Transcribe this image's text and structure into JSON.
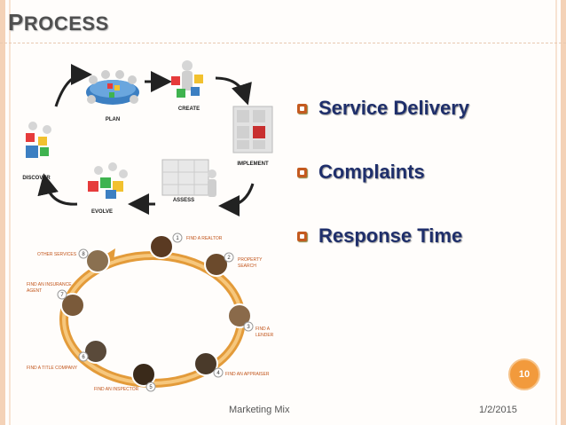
{
  "slide": {
    "title_first": "P",
    "title_rest": "ROCESS",
    "bullets": [
      {
        "label": "Service Delivery"
      },
      {
        "label": "Complaints"
      },
      {
        "label": "Response Time"
      }
    ],
    "page_number": "10",
    "footer_left": "Marketing Mix",
    "footer_right": "1/2/2015"
  },
  "cycle_diagram": {
    "labels": [
      "PLAN",
      "CREATE",
      "IMPLEMENT",
      "ASSESS",
      "EVOLVE",
      "DISCOVER"
    ]
  },
  "ring_diagram": {
    "steps": [
      {
        "num": "1",
        "label": "FIND A REALTOR"
      },
      {
        "num": "2",
        "label": "PROPERTY SEARCH"
      },
      {
        "num": "3",
        "label": "FIND A LENDER"
      },
      {
        "num": "4",
        "label": "FIND AN APPRAISER"
      },
      {
        "num": "5",
        "label": "FIND AN INSPECTOR"
      },
      {
        "num": "6",
        "label": "FIND A TITLE COMPANY"
      },
      {
        "num": "7",
        "label": "FIND AN INSURANCE AGENT"
      },
      {
        "num": "8",
        "label": "OTHER SERVICES"
      }
    ]
  },
  "colors": {
    "accent": "#f29a3c",
    "bullet_text": "#1f2f6b",
    "bullet_box": "#c45a1f",
    "title": "#505050"
  }
}
